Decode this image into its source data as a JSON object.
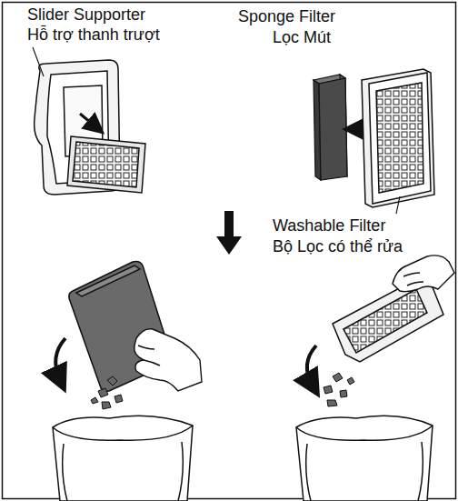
{
  "diagram": {
    "labels": [
      "Slider Supporter",
      "Hỗ trợ thanh trượt",
      "Sponge Filter",
      "Lọc Mút",
      "Washable Filter",
      "Bộ Lọc có thể rửa"
    ]
  }
}
